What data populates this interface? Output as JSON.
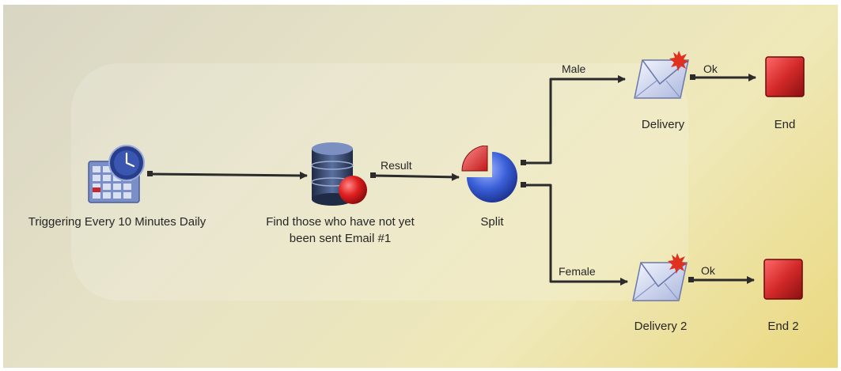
{
  "nodes": {
    "trigger": {
      "label": "Triggering Every 10 Minutes Daily",
      "icon": "calendar-clock-icon"
    },
    "query": {
      "label_line1": "Find those who have not yet",
      "label_line2": "been sent Email #1",
      "icon": "database-icon"
    },
    "split": {
      "label": "Split",
      "icon": "pie-chart-icon"
    },
    "delivery": {
      "label": "Delivery",
      "icon": "envelope-icon"
    },
    "delivery2": {
      "label": "Delivery 2",
      "icon": "envelope-icon"
    },
    "end": {
      "label": "End",
      "icon": "stop-square-icon"
    },
    "end2": {
      "label": "End 2",
      "icon": "stop-square-icon"
    }
  },
  "edges": {
    "result": "Result",
    "male": "Male",
    "female": "Female",
    "ok1": "Ok",
    "ok2": "Ok"
  },
  "colors": {
    "wire": "#2b2b2b",
    "end_red": "#d42a2a",
    "db_body": "#3a4f7a",
    "pie_blue": "#3a5fd8",
    "pie_red": "#d83a3a",
    "clock_blue": "#283e8c"
  }
}
